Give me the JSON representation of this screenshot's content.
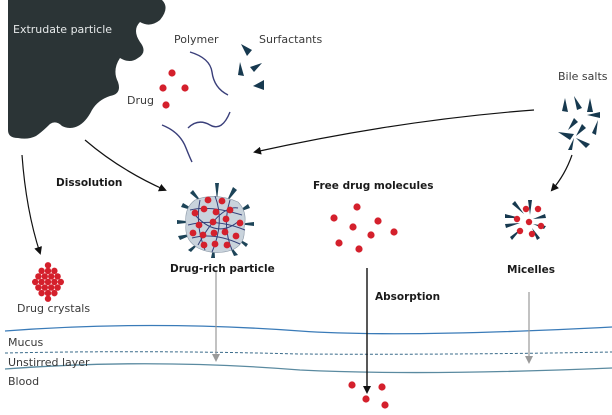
{
  "title": "Extrudate particle dissolution and drug absorption pathway",
  "labels": {
    "extrudate": "Extrudate particle",
    "polymer": "Polymer",
    "surfactants": "Surfactants",
    "drug": "Drug",
    "bile_salts": "Bile salts",
    "dissolution": "Dissolution",
    "drug_rich_particle": "Drug-rich particle",
    "free_drug": "Free drug molecules",
    "micelles": "Micelles",
    "drug_crystals": "Drug crystals",
    "absorption": "Absorption"
  },
  "layers": [
    {
      "name": "Mucus"
    },
    {
      "name": "Unstirred layer"
    },
    {
      "name": "Blood"
    }
  ],
  "colors": {
    "extrudate": "#2b3436",
    "drug": "#d4202c",
    "polymer": "#3a3f7a",
    "surfactant": "#17394f",
    "membrane": "#3a7bb8",
    "arrow": "#111111",
    "faded_arrow": "#9a9a9a"
  }
}
